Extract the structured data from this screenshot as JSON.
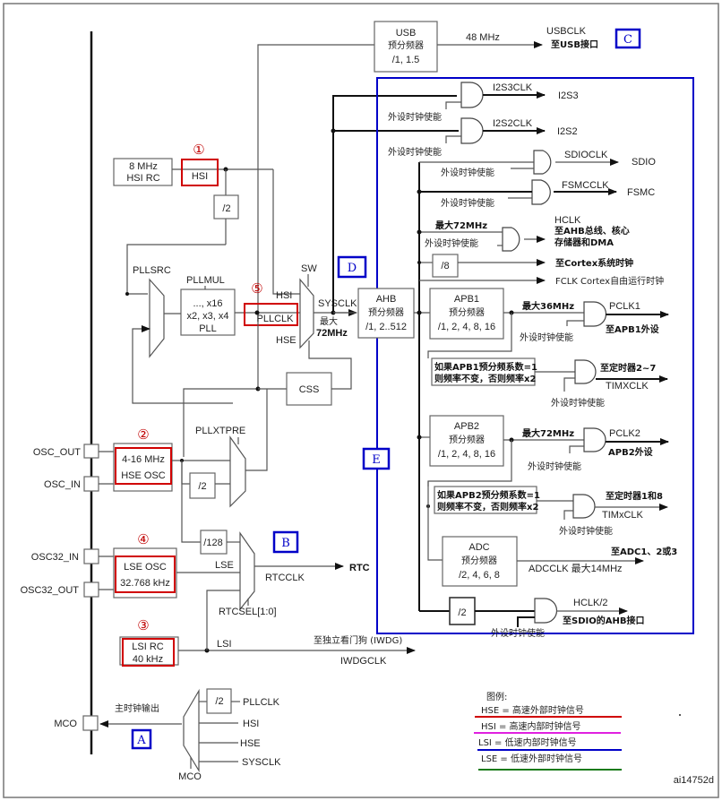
{
  "diagram": {
    "title": "STM32 clock tree",
    "figure_id": "ai14752d",
    "sources": {
      "hsi_rc": {
        "line1": "8 MHz",
        "line2": "HSI RC"
      },
      "hsi_label": "HSI",
      "hse_osc": {
        "line1": "4-16 MHz",
        "line2": "HSE OSC"
      },
      "lse_osc": {
        "line1": "LSE OSC",
        "line2": "32.768 kHz"
      },
      "lsi_rc": {
        "line1": "LSI RC",
        "line2": "40 kHz"
      }
    },
    "pins": {
      "osc_out": "OSC_OUT",
      "osc_in": "OSC_IN",
      "osc32_in": "OSC32_IN",
      "osc32_out": "OSC32_OUT",
      "mco": "MCO"
    },
    "markers": [
      "①",
      "②",
      "③",
      "④",
      "⑤"
    ],
    "section_labels": [
      "A",
      "B",
      "C",
      "D",
      "E"
    ],
    "pll": {
      "pllsrc": "PLLSRC",
      "pllmul": "PLLMUL",
      "box": {
        "line1": "..., x16",
        "line2": "x2, x3, x4",
        "line3": "PLL"
      },
      "pllclk": "PLLCLK",
      "pllxtpre": "PLLXTPRE",
      "div2": "/2"
    },
    "sw": {
      "label": "SW",
      "hsi": "HSI",
      "hse": "HSE",
      "sysclk": "SYSCLK",
      "max": "最大",
      "max_freq": "72MHz",
      "css": "CSS"
    },
    "usb": {
      "line1": "USB",
      "line2": "预分频器",
      "line3": "/1, 1.5",
      "freq": "48 MHz",
      "out": "USBCLK",
      "dest": "至USB接口"
    },
    "ahb": {
      "line1": "AHB",
      "line2": "预分频器",
      "line3": "/1, 2..512"
    },
    "enable": "外设时钟使能",
    "i2s": [
      {
        "clk": "I2S3CLK",
        "dest": "I2S3"
      },
      {
        "clk": "I2S2CLK",
        "dest": "I2S2"
      }
    ],
    "sdio": {
      "clk": "SDIOCLK",
      "dest": "SDIO"
    },
    "fsmc": {
      "clk": "FSMCCLK",
      "dest": "FSMC"
    },
    "hclk": {
      "max": "最大72MHz",
      "name": "HCLK",
      "dest1": "至AHB总线、核心",
      "dest2": "存储器和DMA"
    },
    "cortex": {
      "div": "/8",
      "dest": "至Cortex系统时钟"
    },
    "fclk": "FCLK Cortex自由运行时钟",
    "apb1": {
      "line1": "APB1",
      "line2": "预分频器",
      "line3": "/1, 2, 4, 8, 16",
      "max": "最大36MHz",
      "clk": "PCLK1",
      "dest": "至APB1外设",
      "timer_note1": "如果APB1预分频系数=1",
      "timer_note2": "则频率不变，否则频率x2",
      "timer_dest": "至定时器2~7",
      "timer_clk": "TIMXCLK"
    },
    "apb2": {
      "line1": "APB2",
      "line2": "预分频器",
      "line3": "/1, 2, 4, 8, 16",
      "max": "最大72MHz",
      "clk": "PCLK2",
      "dest": "APB2外设",
      "timer_note1": "如果APB2预分频系数=1",
      "timer_note2": "则频率不变，否则频率x2",
      "timer_dest": "至定时器1和8",
      "timer_clk": "TIMxCLK"
    },
    "adc": {
      "line1": "ADC",
      "line2": "预分频器",
      "line3": "/2, 4, 6, 8",
      "dest": "至ADC1、2或3",
      "clk": "ADCCLK  最大14MHz"
    },
    "sdio_ahb": {
      "div": "/2",
      "clk": "HCLK/2",
      "dest": "至SDIO的AHB接口"
    },
    "rtc": {
      "div128": "/128",
      "lse": "LSE",
      "lsi": "LSI",
      "rtcclk": "RTCCLK",
      "dest": "RTC",
      "sel": "RTCSEL[1:0]"
    },
    "iwdg": {
      "dest": "至独立看门狗  (IWDG)",
      "clk": "IWDGCLK"
    },
    "mco_mux": {
      "output_label": "主时钟输出",
      "div2": "/2",
      "inputs": [
        "PLLCLK",
        "HSI",
        "HSE",
        "SYSCLK"
      ],
      "sel": "MCO"
    },
    "legend": {
      "title": "图例:",
      "items": [
        {
          "text": "HSE = 高速外部时钟信号",
          "color": "#d00000"
        },
        {
          "text": "HSI = 高速内部时钟信号",
          "color": "#e020e0"
        },
        {
          "text": "LSI = 低速内部时钟信号",
          "color": "#0000c8"
        },
        {
          "text": "LSE = 低速外部时钟信号",
          "color": "#1a7a1a"
        }
      ]
    }
  }
}
